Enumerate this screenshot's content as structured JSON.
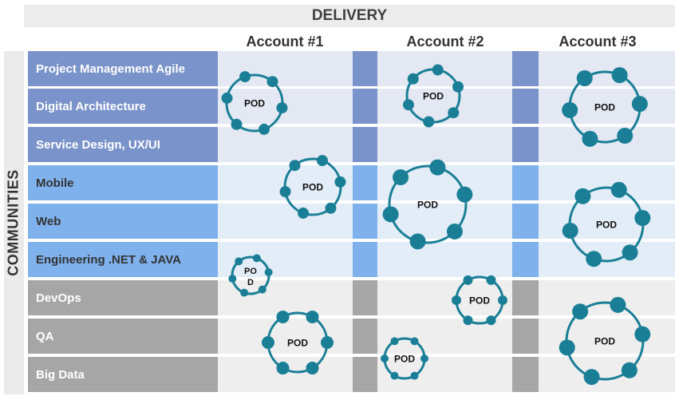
{
  "header": {
    "delivery": "DELIVERY",
    "accounts": [
      "Account #1",
      "Account #2",
      "Account #3"
    ],
    "communities": "COMMUNITIES"
  },
  "rows": [
    {
      "label": "Project Management Agile",
      "group": "blue"
    },
    {
      "label": "Digital Architecture",
      "group": "blue"
    },
    {
      "label": "Service Design, UX/UI",
      "group": "blue"
    },
    {
      "label": "Mobile",
      "group": "lightblue"
    },
    {
      "label": "Web",
      "group": "lightblue"
    },
    {
      "label": "Engineering .NET & JAVA",
      "group": "lightblue"
    },
    {
      "label": "DevOps",
      "group": "gray"
    },
    {
      "label": "QA",
      "group": "gray"
    },
    {
      "label": "Big Data",
      "group": "gray"
    }
  ],
  "pod_label": "POD",
  "colors": {
    "blue_label": "#7a93ca",
    "blue_cell": "#e3e8f3",
    "lightblue_label": "#7fb1ec",
    "lightblue_cell": "#e3edf8",
    "gray_label": "#a6a6a6",
    "gray_cell": "#eeeeee",
    "pod": "#1a7f96"
  }
}
